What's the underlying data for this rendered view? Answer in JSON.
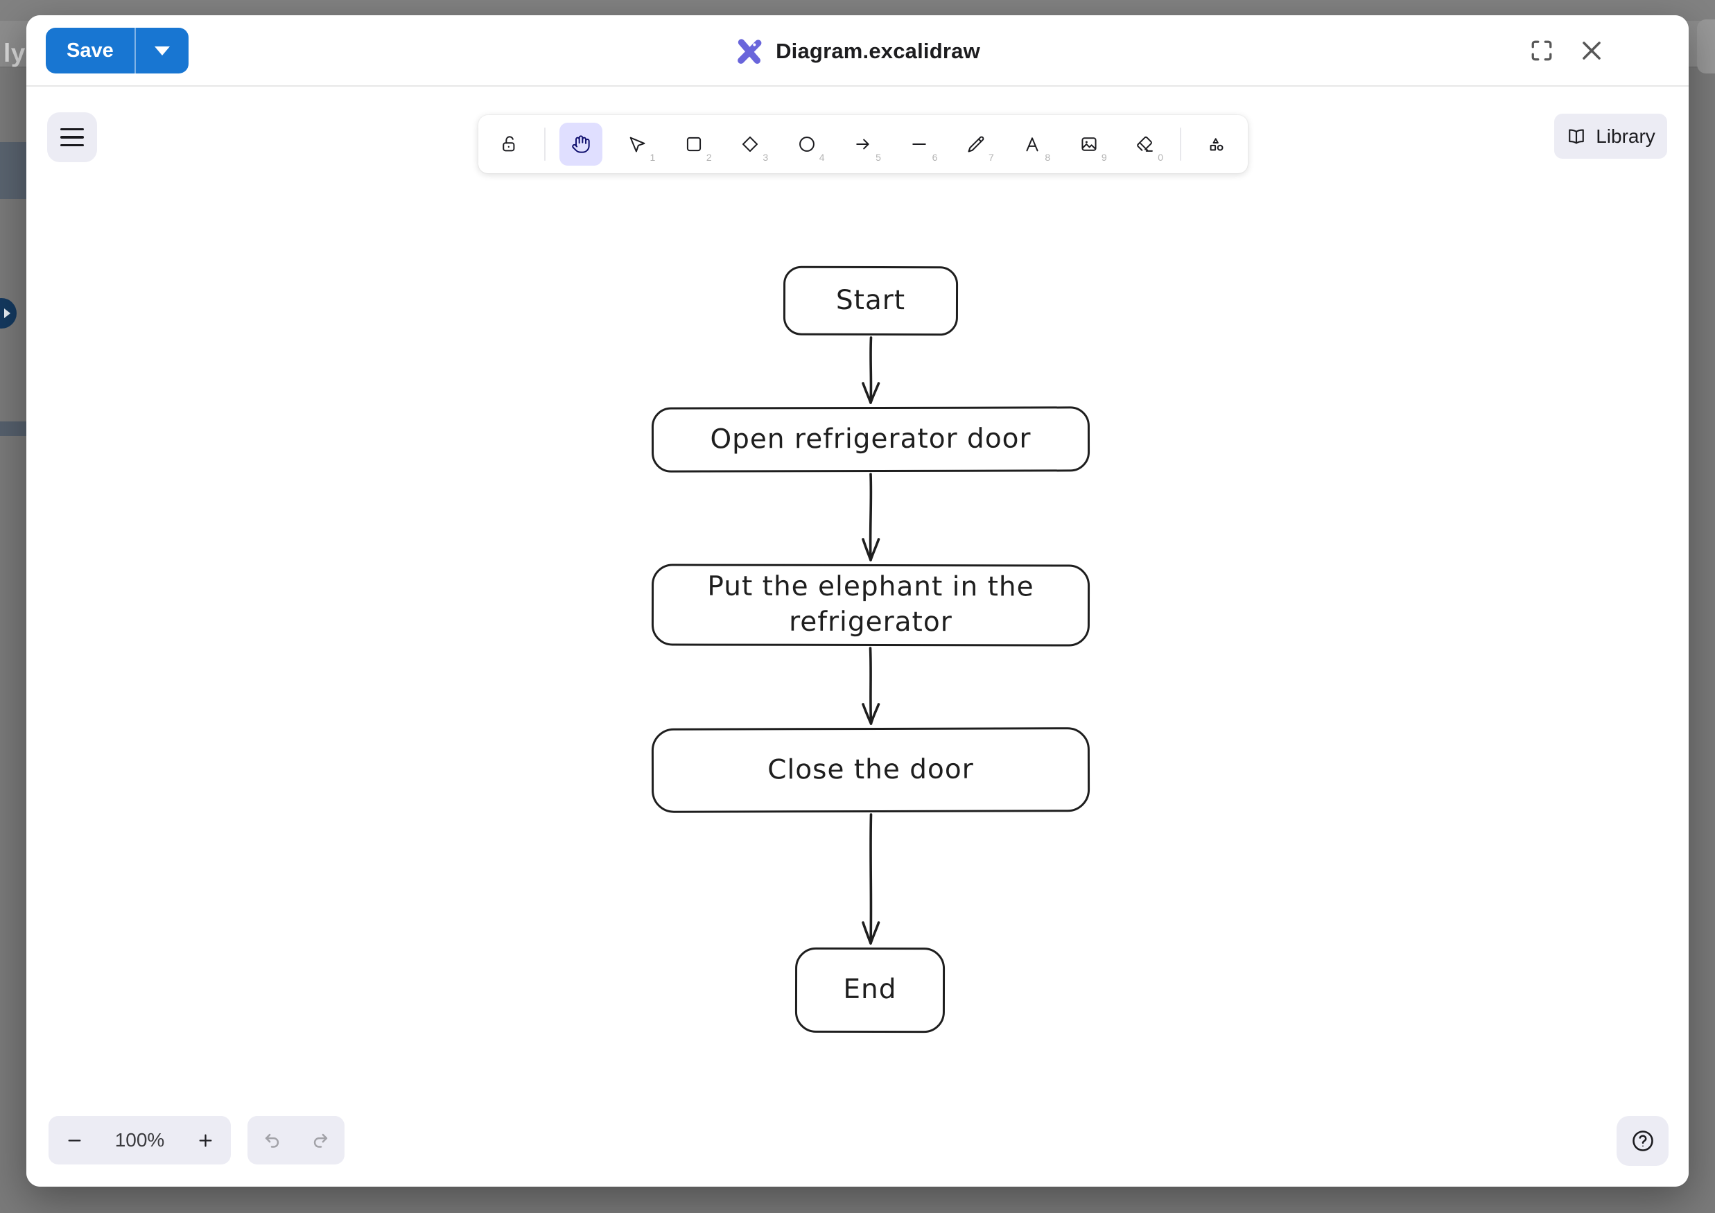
{
  "backdrop": {
    "partial_text": "ly F"
  },
  "header": {
    "save_label": "Save",
    "title": "Diagram.excalidraw"
  },
  "toolbar": {
    "tools": [
      {
        "name": "lock",
        "shortcut": "",
        "active": false
      },
      {
        "name": "hand",
        "shortcut": "",
        "active": true
      },
      {
        "name": "selection",
        "shortcut": "1",
        "active": false
      },
      {
        "name": "rectangle",
        "shortcut": "2",
        "active": false
      },
      {
        "name": "diamond",
        "shortcut": "3",
        "active": false
      },
      {
        "name": "ellipse",
        "shortcut": "4",
        "active": false
      },
      {
        "name": "arrow",
        "shortcut": "5",
        "active": false
      },
      {
        "name": "line",
        "shortcut": "6",
        "active": false
      },
      {
        "name": "draw",
        "shortcut": "7",
        "active": false
      },
      {
        "name": "text",
        "shortcut": "8",
        "active": false
      },
      {
        "name": "image",
        "shortcut": "9",
        "active": false
      },
      {
        "name": "eraser",
        "shortcut": "0",
        "active": false
      },
      {
        "name": "more-shapes",
        "shortcut": "",
        "active": false
      }
    ]
  },
  "library": {
    "label": "Library"
  },
  "footer": {
    "zoom_level": "100%"
  },
  "diagram": {
    "nodes": [
      {
        "id": "start",
        "label": "Start"
      },
      {
        "id": "open",
        "label": "Open refrigerator door"
      },
      {
        "id": "put",
        "label": "Put the elephant in the refrigerator"
      },
      {
        "id": "close",
        "label": "Close the door"
      },
      {
        "id": "end",
        "label": "End"
      }
    ],
    "edges": [
      {
        "from": "start",
        "to": "open"
      },
      {
        "from": "open",
        "to": "put"
      },
      {
        "from": "put",
        "to": "close"
      },
      {
        "from": "close",
        "to": "end"
      }
    ]
  },
  "colors": {
    "save_blue": "#1876d2",
    "excalidraw_purple": "#6965db",
    "active_tool_bg": "#e0dfff",
    "sketch_stroke": "#1e1e1e",
    "soft_button_bg": "#ececf4"
  }
}
